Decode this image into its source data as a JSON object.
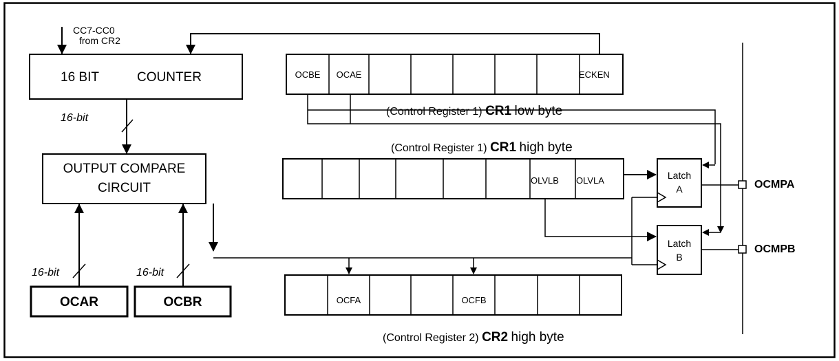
{
  "counter": {
    "input_label_1": "CC7-CC0",
    "input_label_2": "from CR2",
    "label_a": "16 BIT",
    "label_b": "COUNTER",
    "bus_label": "16-bit"
  },
  "compare": {
    "line1": "OUTPUT COMPARE",
    "line2": "CIRCUIT"
  },
  "ocar": {
    "label": "OCAR",
    "bus_label": "16-bit"
  },
  "ocbr": {
    "label": "OCBR",
    "bus_label": "16-bit"
  },
  "cr1_low": {
    "cells": [
      "OCBE",
      "OCAE",
      "",
      "",
      "",
      "",
      "",
      "ECKEN"
    ],
    "caption_prefix": "(Control Register 1)",
    "caption_reg": "CR1",
    "caption_suffix": "low byte"
  },
  "cr1_high": {
    "cells": [
      "",
      "",
      "",
      "",
      "",
      "",
      "OLVLB",
      "OLVLA"
    ],
    "caption_prefix": "(Control Register 1)",
    "caption_reg": "CR1",
    "caption_suffix": "high byte"
  },
  "cr2_high": {
    "cells": [
      "",
      "OCFA",
      "",
      "",
      "OCFB",
      "",
      "",
      ""
    ],
    "caption_prefix": "(Control Register 2)",
    "caption_reg": "CR2",
    "caption_suffix": "high byte"
  },
  "latch_a": {
    "line1": "Latch",
    "line2": "A"
  },
  "latch_b": {
    "line1": "Latch",
    "line2": "B"
  },
  "pins": {
    "a": "OCMPA",
    "b": "OCMPB"
  }
}
